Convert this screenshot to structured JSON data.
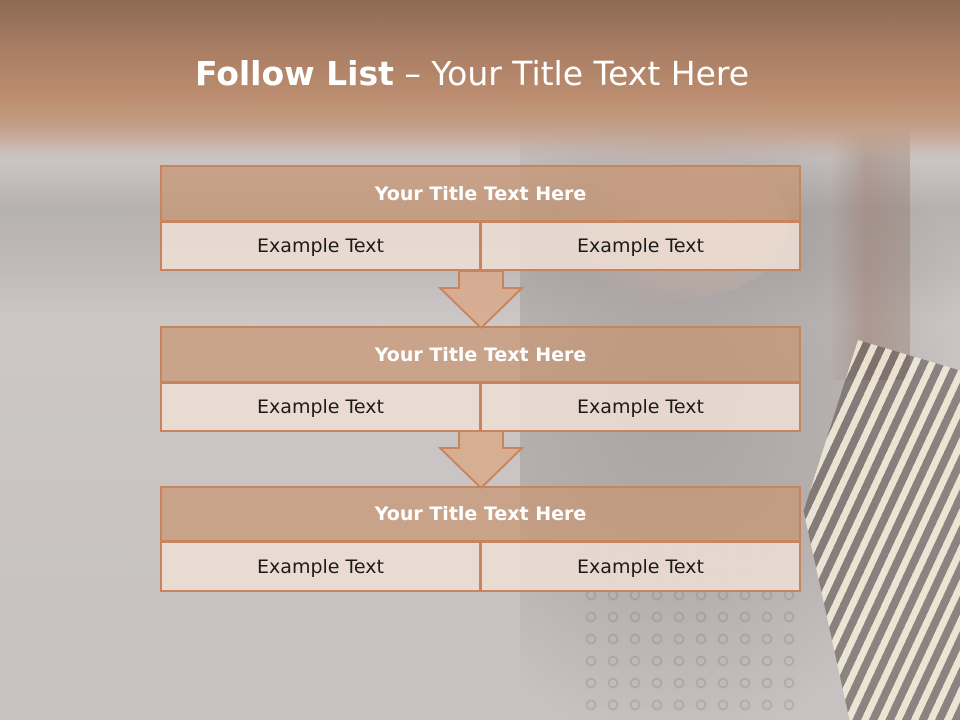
{
  "slide": {
    "title_bold": "Follow List",
    "title_rest": " – Your Title Text Here"
  },
  "blocks": [
    {
      "title": "Your Title Text Here",
      "left_text": "Example Text",
      "right_text": "Example Text"
    },
    {
      "title": "Your Title Text Here",
      "left_text": "Example Text",
      "right_text": "Example Text"
    },
    {
      "title": "Your Title Text Here",
      "left_text": "Example Text",
      "right_text": "Example Text"
    }
  ],
  "colors": {
    "accent": "#c8845d",
    "title_fill": "#c8966f",
    "cell_fill": "#eedcd2"
  },
  "icons": [
    "down-arrow-icon"
  ]
}
